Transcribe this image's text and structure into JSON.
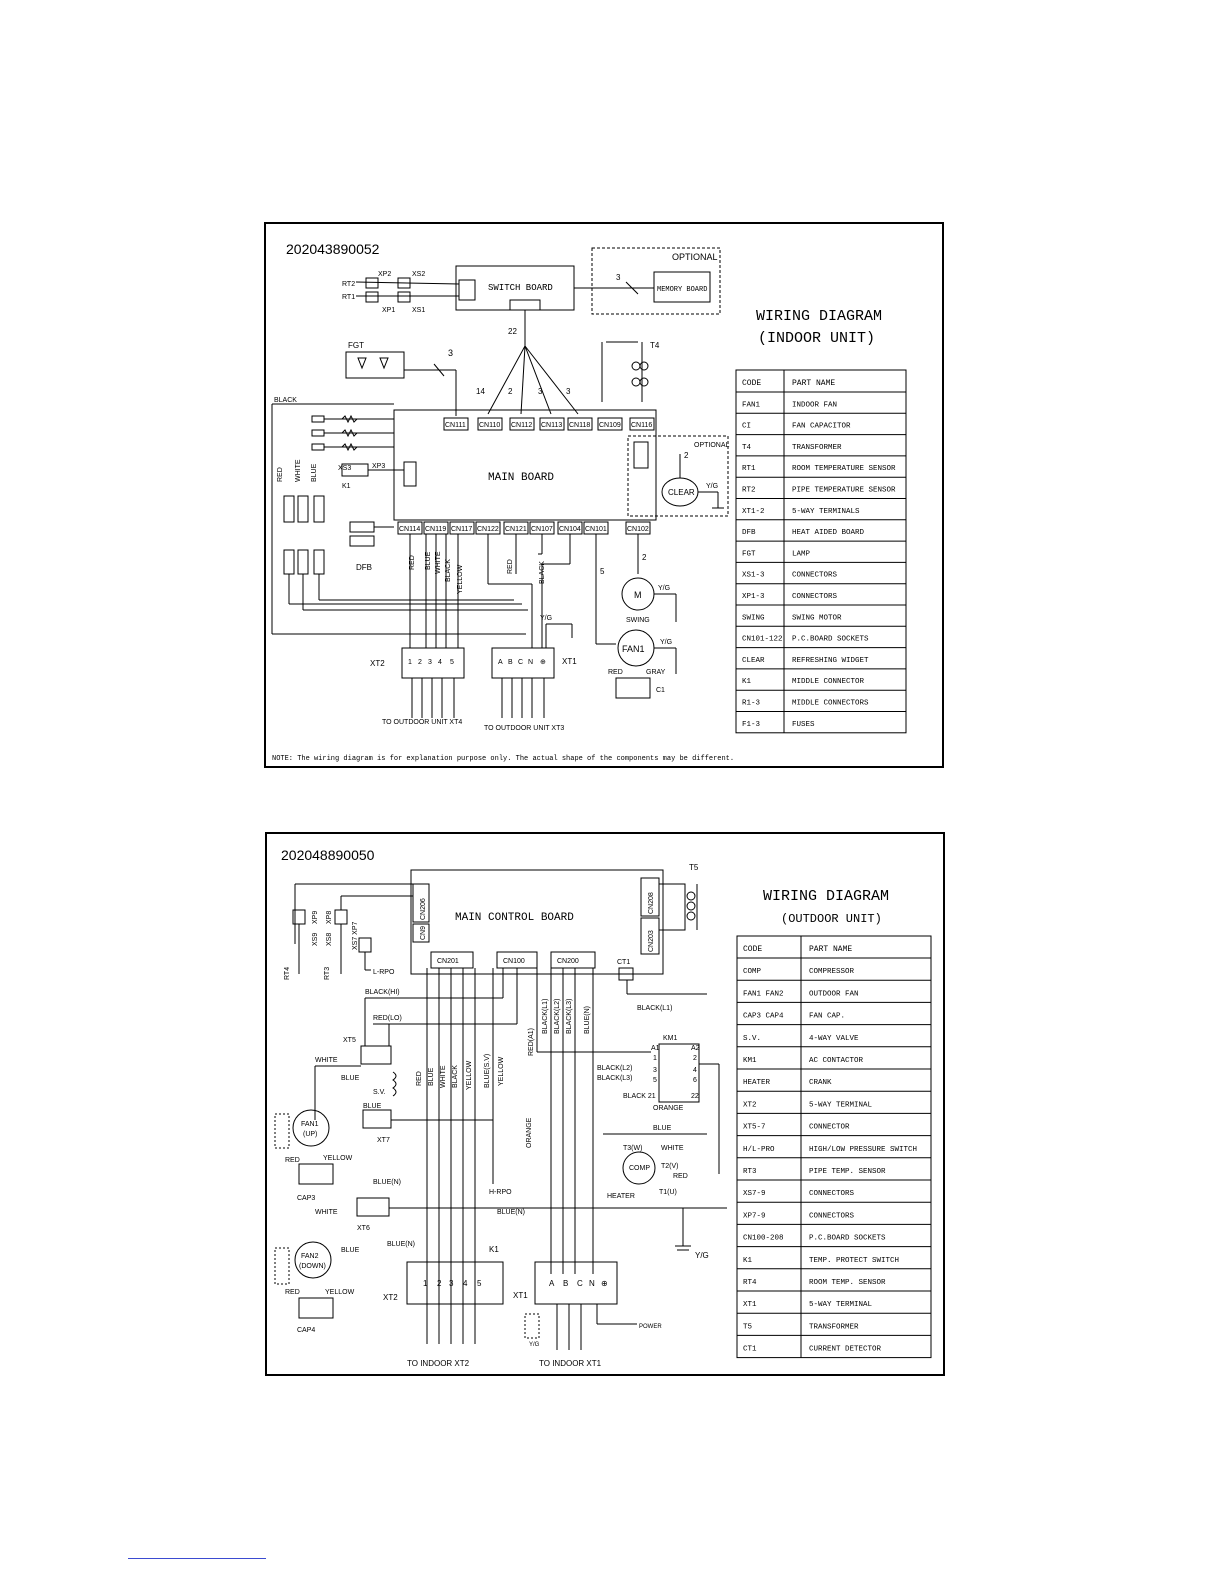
{
  "indoor": {
    "doc_number": "202043890052",
    "title_line1": "WIRING DIAGRAM",
    "title_line2": "(INDOOR UNIT)",
    "optional_label_top": "OPTIONAL",
    "optional_label_clear": "OPTIONAL",
    "switch_board": "SWITCH BOARD",
    "memory_board": "MEMORY BOARD",
    "main_board": "MAIN BOARD",
    "clear": "CLEAR",
    "fgt": "FGT",
    "swing": "SWING",
    "fan1": "FAN1",
    "c1": "C1",
    "t4": "T4",
    "dfb": "DFB",
    "k1": "K1",
    "xt1": "XT1",
    "xt2": "XT2",
    "to_outdoor_xt4": "TO OUTDOOR UNIT XT4",
    "to_outdoor_xt3": "TO OUTDOOR UNIT XT3",
    "note": "NOTE: The wiring diagram is for explanation purpose only. The actual shape of the components may be different.",
    "connectors_top": [
      "CN111",
      "CN110",
      "CN112",
      "CN113",
      "CN118",
      "CN109",
      "CN116"
    ],
    "connectors_bottom": [
      "CN114",
      "CN119",
      "CN117",
      "CN122",
      "CN121",
      "CN107",
      "CN104",
      "CN101",
      "CN102"
    ],
    "wire_counts": {
      "cn1": "22",
      "fgt": "3",
      "cn110": "14",
      "cn112": "2",
      "cn113": "3",
      "cn118": "3",
      "mem": "3",
      "clear": "2",
      "swing": "2",
      "fan": "5"
    },
    "wire_colors": [
      "RED",
      "BLUE",
      "WHITE",
      "BLACK",
      "YELLOW",
      "RED",
      "BLACK"
    ],
    "left_colors": [
      "BLACK",
      "RED",
      "WHITE",
      "BLUE"
    ],
    "terminal_xt2": [
      "1",
      "2",
      "3",
      "4",
      "5"
    ],
    "terminal_xt1": [
      "A",
      "B",
      "C",
      "N",
      "⊕"
    ],
    "yg": "Y/G",
    "fan_wire_red": "RED",
    "fan_wire_gray": "GRAY",
    "parts_header": [
      "CODE",
      "PART NAME"
    ],
    "parts": [
      [
        "FAN1",
        "INDOOR FAN"
      ],
      [
        "CI",
        "FAN CAPACITOR"
      ],
      [
        "T4",
        "TRANSFORMER"
      ],
      [
        "RT1",
        "ROOM TEMPERATURE SENSOR"
      ],
      [
        "RT2",
        "PIPE TEMPERATURE SENSOR"
      ],
      [
        "XT1-2",
        "5-WAY TERMINALS"
      ],
      [
        "DFB",
        "HEAT AIDED BOARD"
      ],
      [
        "FGT",
        "LAMP"
      ],
      [
        "XS1-3",
        "CONNECTORS"
      ],
      [
        "XP1-3",
        "CONNECTORS"
      ],
      [
        "SWING",
        "SWING MOTOR"
      ],
      [
        "CN101-122",
        "P.C.BOARD SOCKETS"
      ],
      [
        "CLEAR",
        "REFRESHING WIDGET"
      ],
      [
        "K1",
        "MIDDLE CONNECTOR"
      ],
      [
        "R1-3",
        "MIDDLE CONNECTORS"
      ],
      [
        "F1-3",
        "FUSES"
      ]
    ]
  },
  "outdoor": {
    "doc_number": "202048890050",
    "title_line1": "WIRING DIAGRAM",
    "title_line2": "(OUTDOOR UNIT)",
    "main_control_board": "MAIN CONTROL BOARD",
    "connectors": [
      "CN206",
      "CN9",
      "CN201",
      "CN100",
      "CN200",
      "CN208",
      "CN203"
    ],
    "t5": "T5",
    "ct1": "CT1",
    "km1": "KM1",
    "comp": "COMP",
    "heater": "HEATER",
    "fan1": "FAN1\n(UP)",
    "fan2": "FAN2\n(DOWN)",
    "cap3": "CAP3",
    "cap4": "CAP4",
    "xt1": "XT1",
    "xt2": "XT2",
    "xt5": "XT5",
    "xt6": "XT6",
    "xt7": "XT7",
    "sv": "S.V.",
    "lrpo": "L-RPO",
    "hrpo": "H-RPO",
    "k1": "K1",
    "power": "POWER",
    "yg": "Y/G",
    "to_indoor_xt2": "TO INDOOR XT2",
    "to_indoor_xt1": "TO INDOOR XT1",
    "wire_labels": {
      "black_hi": "BLACK(HI)",
      "red_lo": "RED(LO)",
      "red_a1": "RED(A1)",
      "black_l1": "BLACK(L1)",
      "black_l1b": "BLACK(L1)",
      "black_l2": "BLACK(L2)",
      "black_l3": "BLACK(L3)",
      "blue_n": "BLUE(N)",
      "black_l2b": "BLACK(L2)",
      "black_l3b": "BLACK(L3)",
      "black21": "BLACK 21",
      "orange": "ORANGE",
      "orange_v": "ORANGE",
      "blue": "BLUE",
      "white": "WHITE",
      "red": "RED",
      "yellow": "YELLOW",
      "blue_n2": "BLUE(N)",
      "blue_n3": "BLUE(N)",
      "blue_n4": "BLUE(N)",
      "t3w": "T3(W)",
      "t2v": "T2(V)",
      "t1u": "T1(U)",
      "blue_sv": "BLUE(S.V)"
    },
    "vertical_colors": [
      "RED",
      "BLUE",
      "WHITE",
      "BLACK",
      "YELLOW"
    ],
    "terminal_xt2": [
      "1",
      "2",
      "3",
      "4",
      "5"
    ],
    "terminal_xt1": [
      "A",
      "B",
      "C",
      "N",
      "⊕"
    ],
    "parts_header": [
      "CODE",
      "PART NAME"
    ],
    "parts": [
      [
        "COMP",
        "COMPRESSOR"
      ],
      [
        "FAN1 FAN2",
        "OUTDOOR FAN"
      ],
      [
        "CAP3 CAP4",
        "FAN CAP."
      ],
      [
        "S.V.",
        "4-WAY VALVE"
      ],
      [
        "KM1",
        "AC CONTACTOR"
      ],
      [
        "HEATER",
        "CRANK"
      ],
      [
        "XT2",
        "5-WAY TERMINAL"
      ],
      [
        "XT5-7",
        "CONNECTOR"
      ],
      [
        "H/L-PRO",
        "HIGH/LOW PRESSURE SWITCH"
      ],
      [
        "RT3",
        "PIPE TEMP. SENSOR"
      ],
      [
        "XS7-9",
        "CONNECTORS"
      ],
      [
        "XP7-9",
        "CONNECTORS"
      ],
      [
        "CN100-208",
        "P.C.BOARD SOCKETS"
      ],
      [
        "K1",
        "TEMP. PROTECT SWITCH"
      ],
      [
        "RT4",
        "ROOM TEMP. SENSOR"
      ],
      [
        "XT1",
        "5-WAY TERMINAL"
      ],
      [
        "T5",
        "TRANSFORMER"
      ],
      [
        "CT1",
        "CURRENT DETECTOR"
      ]
    ]
  }
}
